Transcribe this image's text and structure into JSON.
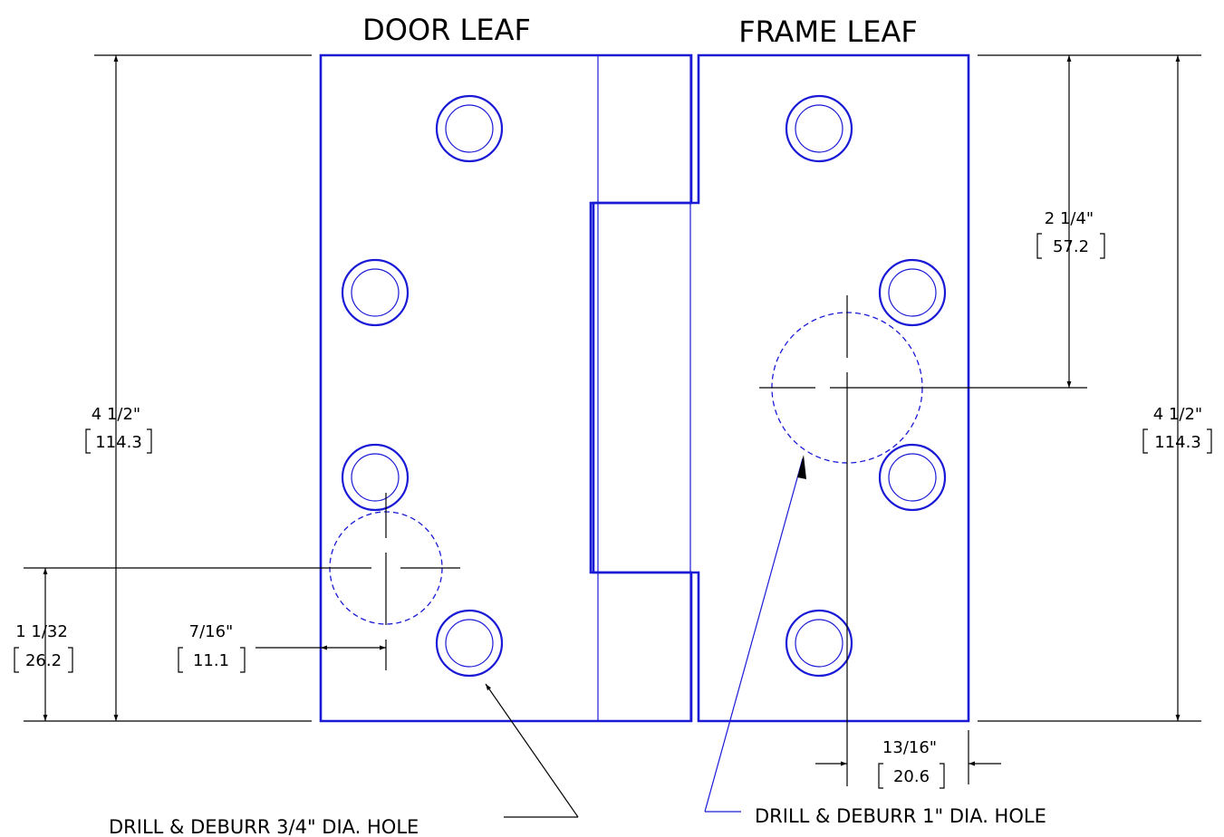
{
  "titles": {
    "door_leaf": "DOOR LEAF",
    "frame_leaf": "FRAME LEAF"
  },
  "dimensions": {
    "left_height": {
      "imperial": "4 1/2\"",
      "metric": "114.3"
    },
    "right_height": {
      "imperial": "4 1/2\"",
      "metric": "114.3"
    },
    "frame_hole_from_top": {
      "imperial": "2 1/4\"",
      "metric": "57.2"
    },
    "door_hole_from_bottom": {
      "imperial": "1 1/32",
      "metric": "26.2"
    },
    "door_hole_from_edge": {
      "imperial": "7/16\"",
      "metric": "11.1"
    },
    "frame_hole_from_edge": {
      "imperial": "13/16\"",
      "metric": "20.6"
    }
  },
  "notes": {
    "door_hole": "DRILL & DEBURR 3/4\" DIA. HOLE",
    "frame_hole": "DRILL & DEBURR 1\" DIA. HOLE"
  },
  "colors": {
    "part_outline": "#1a1ad6",
    "dimension_line": "#000000"
  }
}
